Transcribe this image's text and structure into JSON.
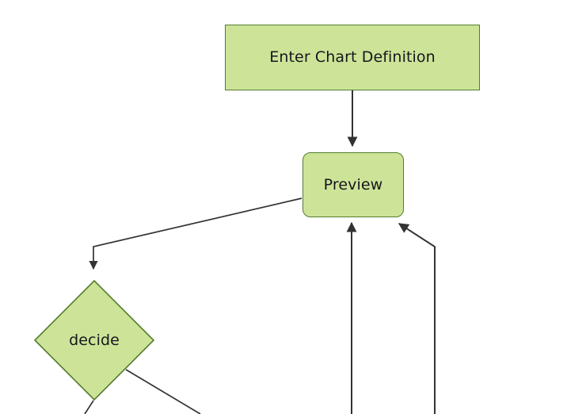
{
  "diagram": {
    "type": "flowchart",
    "background_color": "#ffffff",
    "node_fill_color": "#cde498",
    "node_stroke_color": "#537d2d",
    "edge_color": "#333333",
    "text_color": "#16161d",
    "nodes": [
      {
        "id": "enter",
        "label": "Enter Chart Definition",
        "shape": "rectangle"
      },
      {
        "id": "preview",
        "label": "Preview",
        "shape": "rounded-rectangle"
      },
      {
        "id": "decide",
        "label": "decide",
        "shape": "diamond"
      }
    ],
    "edges": [
      {
        "id": "enter-to-preview",
        "from": "enter",
        "to": "preview",
        "label": "",
        "arrowhead": "end"
      },
      {
        "id": "preview-to-decide",
        "from": "preview",
        "to": "decide",
        "label": "",
        "arrowhead": "end"
      },
      {
        "id": "into-preview-center",
        "from": "",
        "to": "preview",
        "label": "",
        "arrowhead": "end"
      },
      {
        "id": "into-preview-right",
        "from": "",
        "to": "preview",
        "label": "",
        "arrowhead": "end"
      },
      {
        "id": "decide-out-left",
        "from": "decide",
        "to": "",
        "label": "",
        "arrowhead": "none"
      },
      {
        "id": "decide-out-right",
        "from": "decide",
        "to": "",
        "label": "",
        "arrowhead": "none"
      }
    ]
  }
}
